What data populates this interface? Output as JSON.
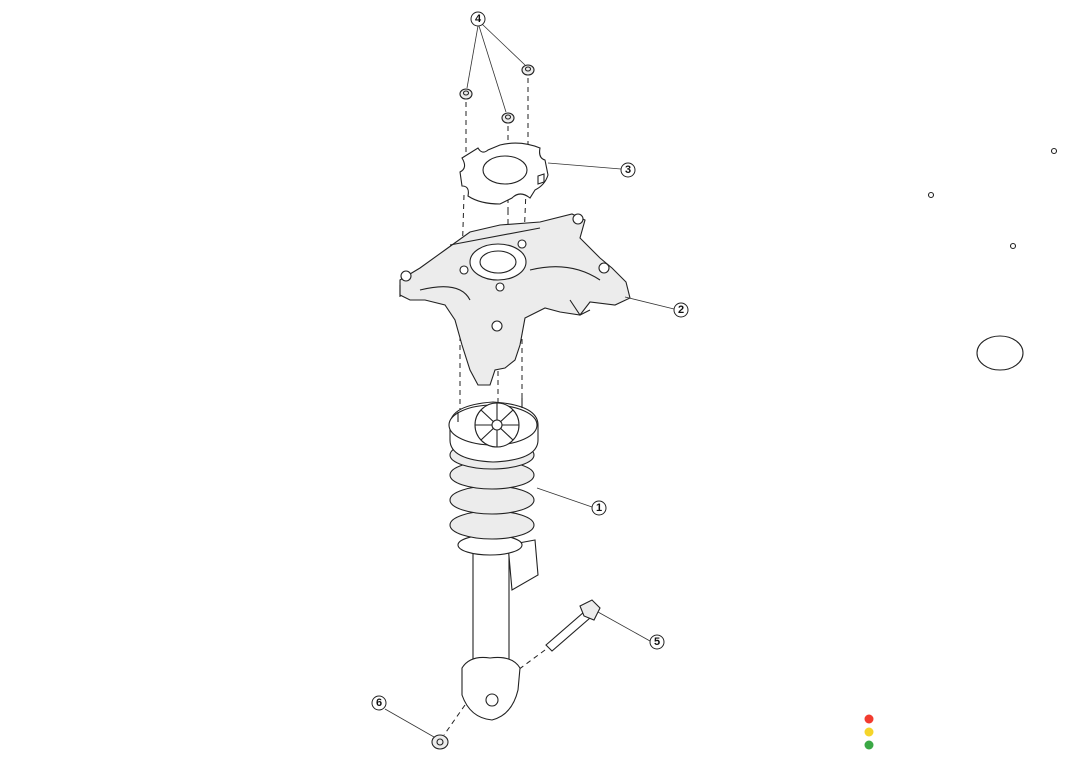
{
  "diagram": {
    "callouts": {
      "strut_assembly": "1",
      "knuckle": "2",
      "plate": "3",
      "nuts_top": "4",
      "bolt": "5",
      "nut_bottom": "6"
    }
  },
  "status_lights": {
    "colors": [
      "#f23b2f",
      "#f5d52a",
      "#3aa845"
    ]
  }
}
